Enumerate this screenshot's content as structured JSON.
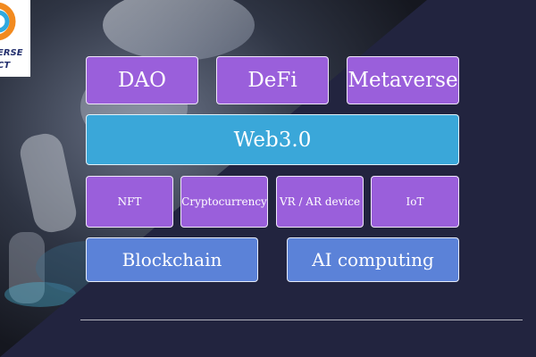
{
  "logo": {
    "line1": "ERSE",
    "line2": "CT"
  },
  "diagram": {
    "top_row": [
      "DAO",
      "DeFi",
      "Metaverse"
    ],
    "center": "Web3.0",
    "tech_row": [
      "NFT",
      "Cryptocurrency",
      "VR / AR device",
      "IoT"
    ],
    "foundation_row": [
      "Blockchain",
      "AI computing"
    ]
  }
}
